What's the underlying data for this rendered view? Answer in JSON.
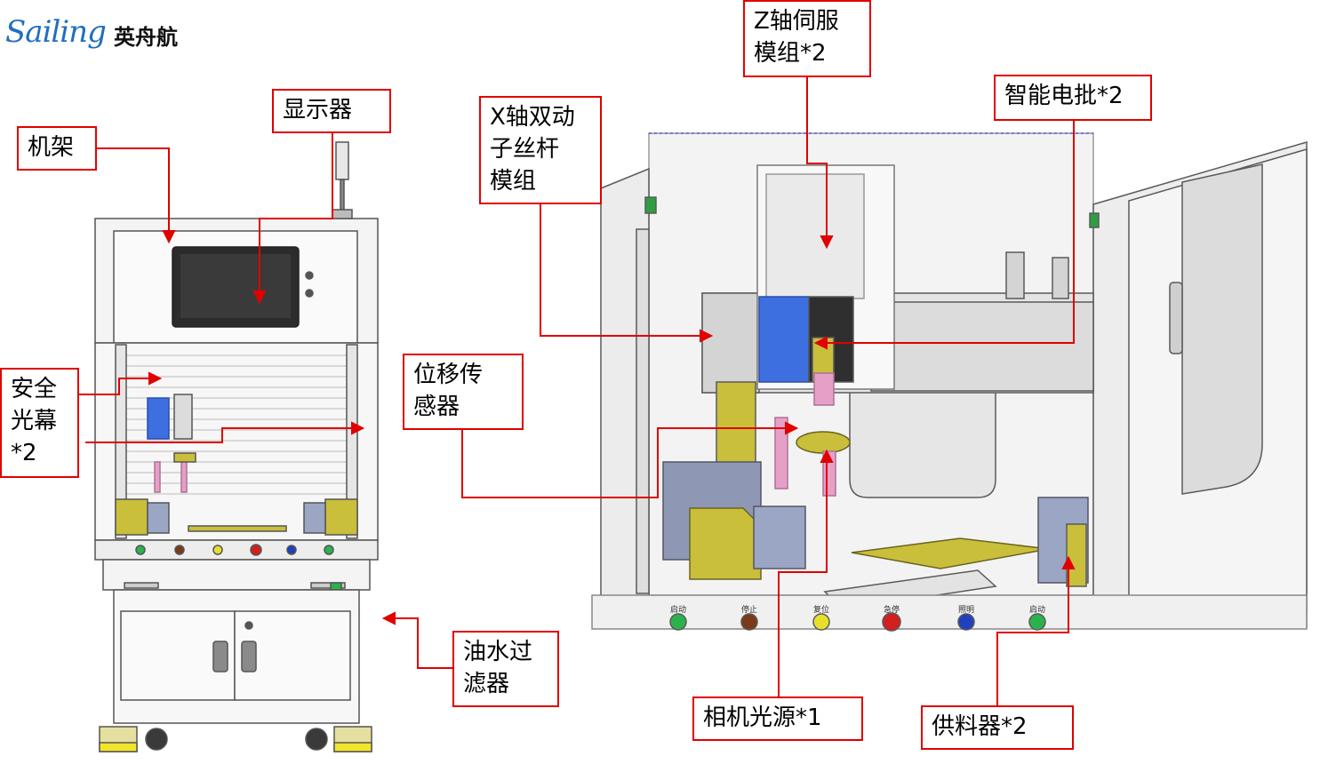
{
  "brand": {
    "script": "Sailing",
    "cn": "英舟航",
    "color": "#1f6fc0"
  },
  "colors": {
    "callout": "#e00000",
    "frame": "#9a9a9a",
    "sheet": "#f2f2f2",
    "olive": "#c9bf3a",
    "blue": "#3d6fe0",
    "pink": "#e6a0c8"
  },
  "labels": {
    "display": "显示器",
    "frame": "机架",
    "safety_curtain": "安全\n光幕\n*2",
    "displacement_sensor": "位移传\n感器",
    "oil_water_filter": "油水过\n滤器",
    "x_axis_module": "X轴双动\n子丝杆\n模组",
    "z_axis_servo": "Z轴伺服\n模组*2",
    "smart_screwdriver": "智能电批*2",
    "camera_light": "相机光源*1",
    "feeder": "供料器*2"
  },
  "panel_buttons": [
    "启动",
    "停止",
    "复位",
    "急停",
    "照明",
    "启动"
  ]
}
